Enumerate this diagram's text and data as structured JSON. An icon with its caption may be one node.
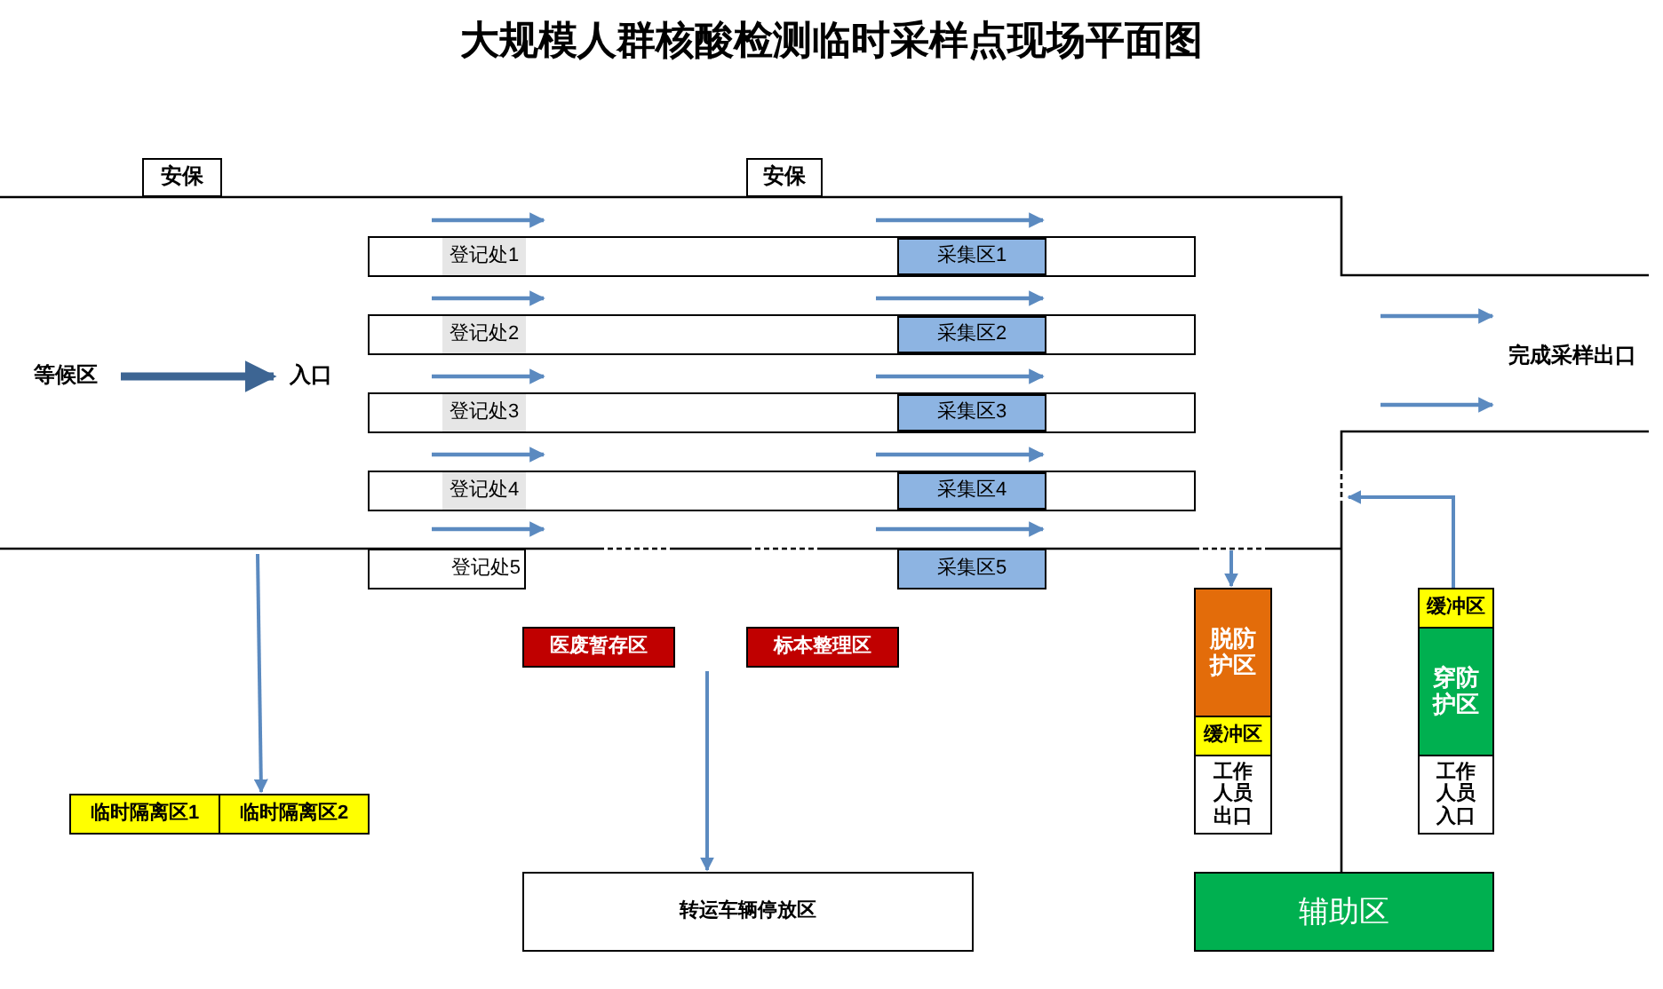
{
  "diagram": {
    "title": "大规模人群核酸检测临时采样点现场平面图",
    "nodes": [
      {
        "text": [
          "安保"
        ]
      },
      {
        "text": [
          "安保"
        ]
      },
      {
        "text": [
          "等候区"
        ]
      },
      {
        "text": [
          "入口"
        ]
      },
      {
        "text": [],
        "shape": "box"
      },
      {
        "text": [
          "登记处1"
        ],
        "in": 4
      },
      {
        "text": [
          "采集区1"
        ],
        "in": 4
      },
      {
        "text": [],
        "shape": "box"
      },
      {
        "text": [
          "登记处2"
        ],
        "in": 7
      },
      {
        "text": [
          "采集区2"
        ],
        "in": 7
      },
      {
        "text": [],
        "shape": "box"
      },
      {
        "text": [
          "登记处3"
        ],
        "in": 10
      },
      {
        "text": [
          "采集区3"
        ],
        "in": 10
      },
      {
        "text": [],
        "shape": "box"
      },
      {
        "text": [
          "登记处4"
        ],
        "in": 13
      },
      {
        "text": [
          "采集区4"
        ],
        "in": 13
      },
      {
        "text": [
          "登记处5"
        ]
      },
      {
        "text": [
          "采集区5"
        ]
      },
      {
        "text": [
          "完成采样出口"
        ]
      },
      {
        "text": [
          "医废暂存区"
        ]
      },
      {
        "text": [
          "标本整理区"
        ]
      },
      {
        "text": [
          "临时隔离区1"
        ]
      },
      {
        "text": [
          "临时隔离区2"
        ]
      },
      {
        "text": [
          "转运车辆停放区"
        ]
      },
      {
        "text": [
          "脱防护区"
        ]
      },
      {
        "text": [
          "缓冲区"
        ]
      },
      {
        "text": [
          "工作人员出口"
        ]
      },
      {
        "text": [
          "缓冲区"
        ]
      },
      {
        "text": [
          "穿防护区"
        ]
      },
      {
        "text": [
          "工作人员入口"
        ]
      },
      {
        "text": [
          "辅助区"
        ]
      }
    ],
    "edges": [
      {
        "from": 2,
        "to": 3,
        "arrow": "to",
        "style": "thick",
        "color": "#3d6593"
      },
      {
        "from": null,
        "to": 21,
        "arrow": "to"
      },
      {
        "from": null,
        "to": 23,
        "arrow": "to"
      },
      {
        "from": null,
        "to": 24,
        "arrow": "to"
      },
      {
        "from": 27,
        "to": null,
        "arrow": "to"
      }
    ]
  }
}
